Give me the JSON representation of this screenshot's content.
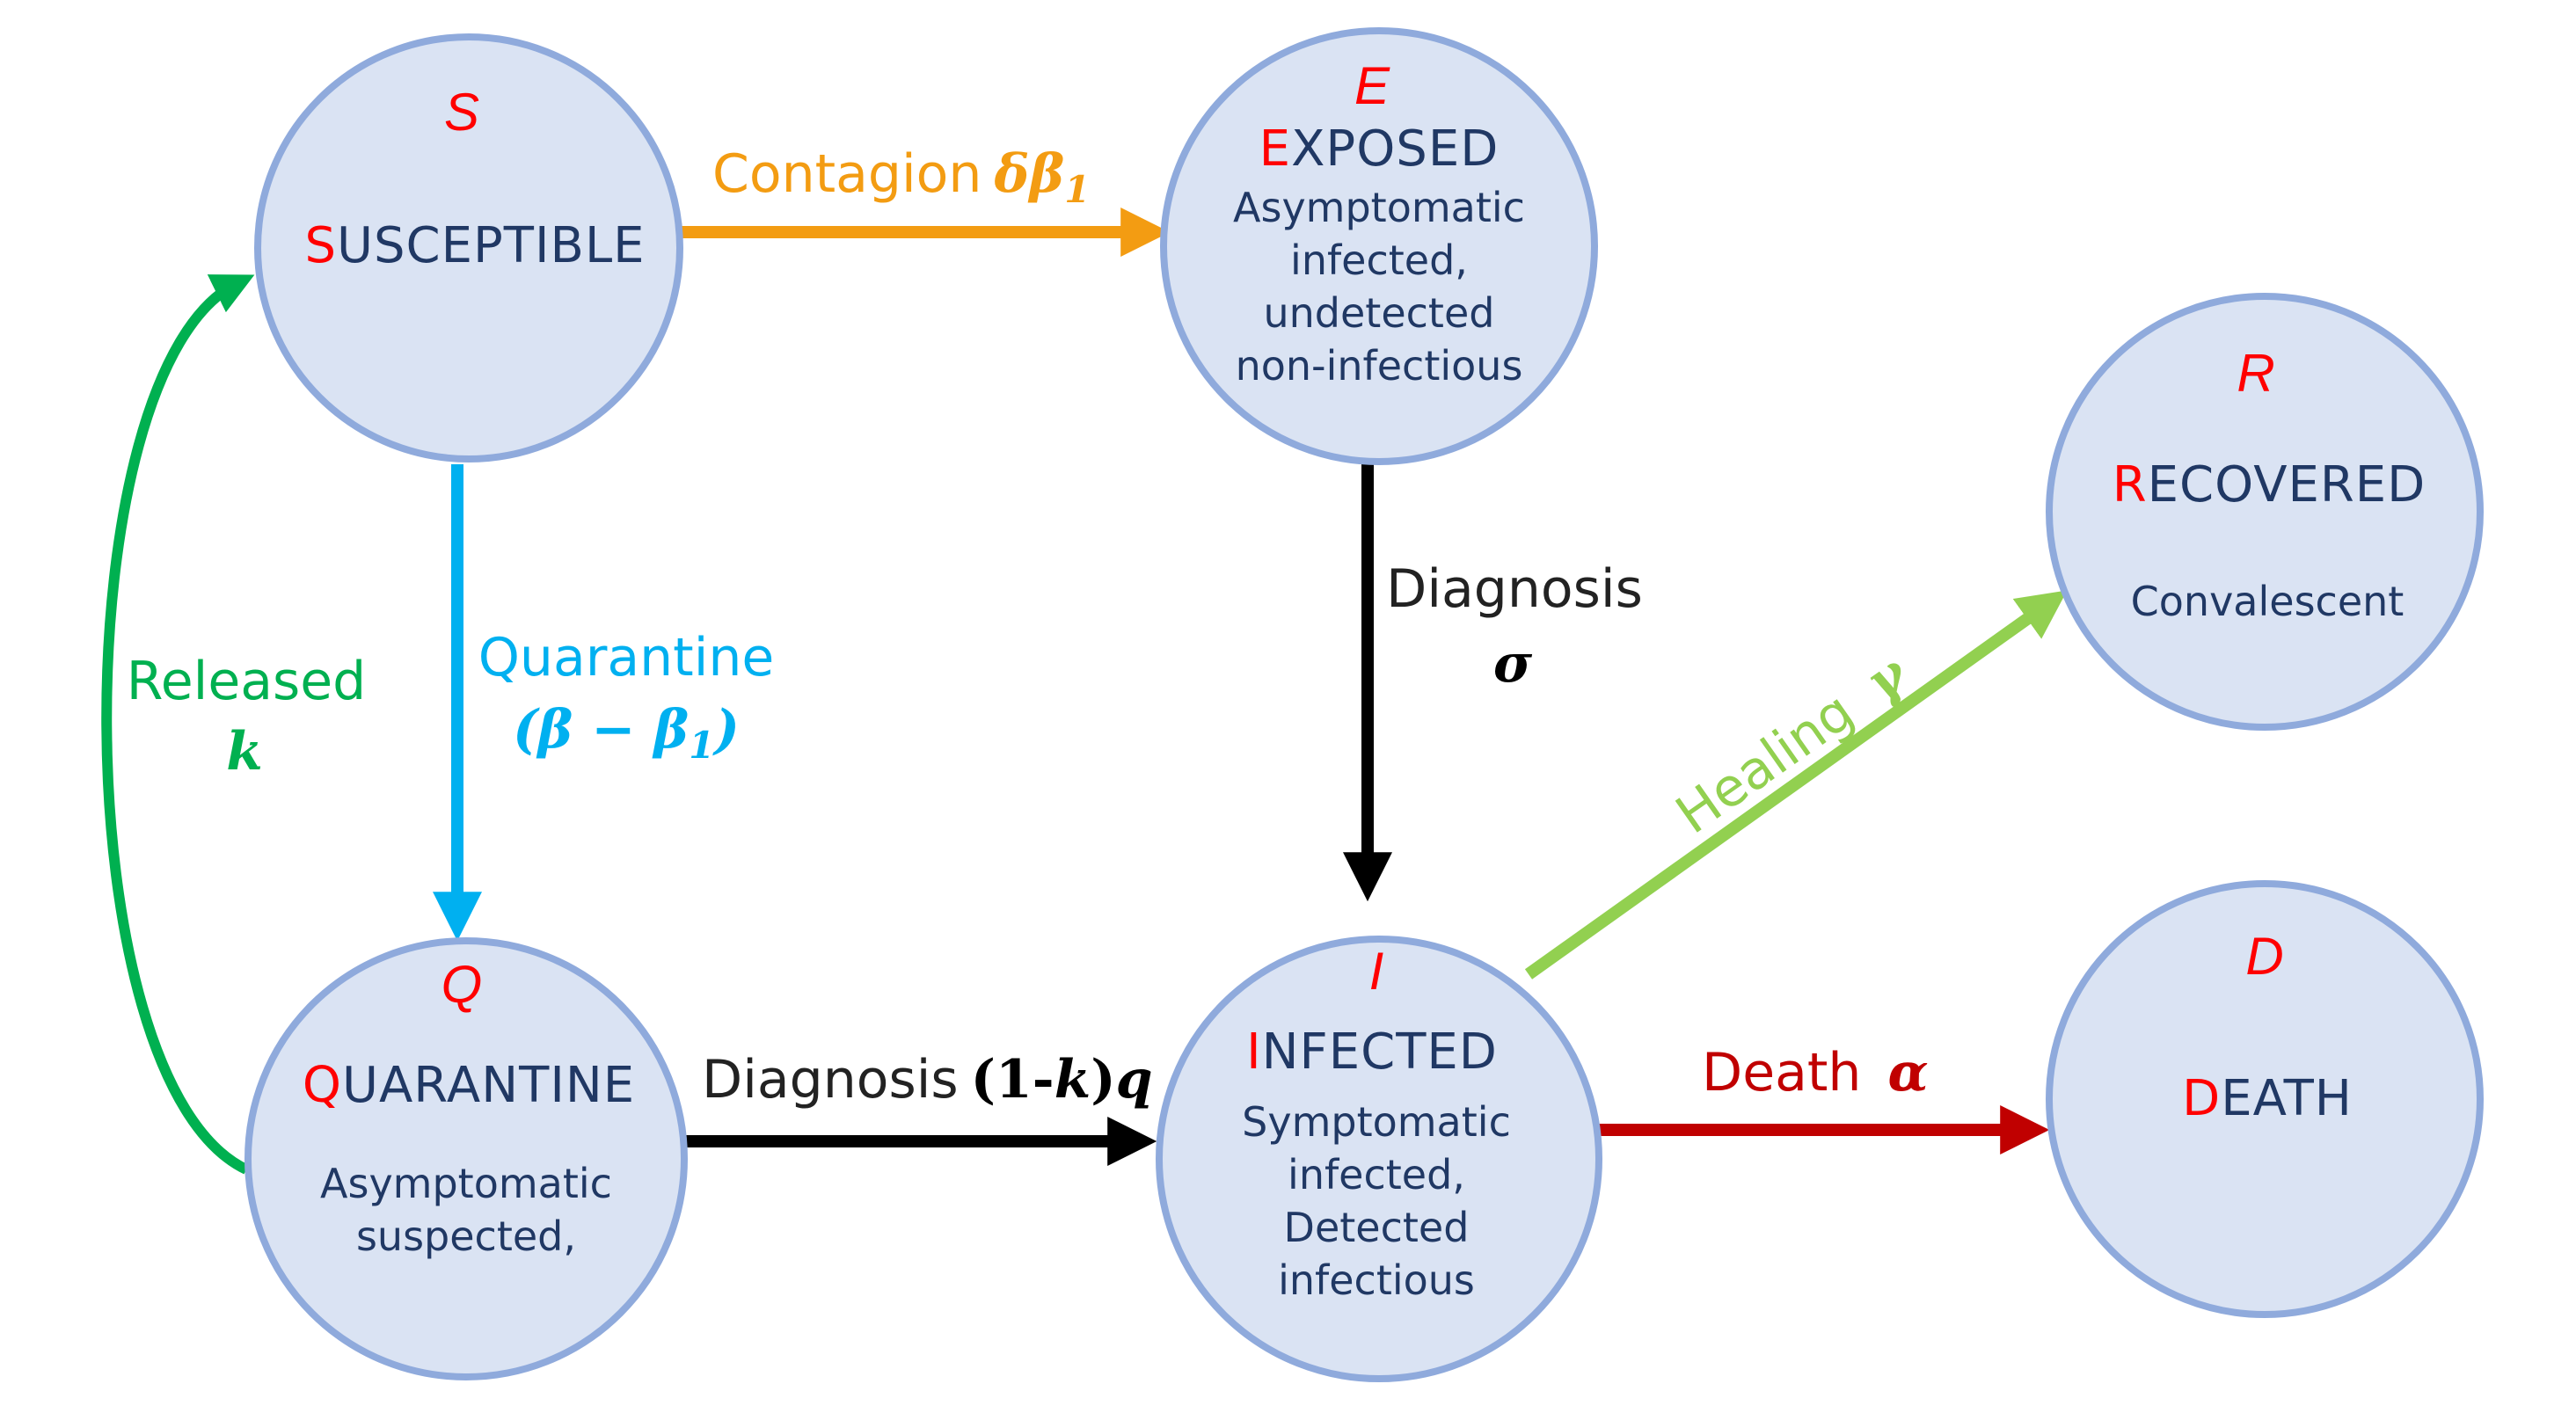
{
  "colors": {
    "node_fill": "#dae3f3",
    "node_stroke": "#8faadc",
    "node_text": "#203864",
    "initial_letter": "#ff0000",
    "contagion": "#f39c12",
    "quarantine": "#00b0f0",
    "released": "#00b050",
    "diagnosis": "#000000",
    "healing": "#92d050",
    "death": "#c00000"
  },
  "nodes": {
    "S": {
      "symbol": "S",
      "initial": "S",
      "rest": "USCEPTIBLE",
      "lines": []
    },
    "E": {
      "symbol": "E",
      "initial": "E",
      "rest": "XPOSED",
      "lines": [
        "Asymptomatic",
        "infected,",
        "undetected",
        "non-infectious"
      ]
    },
    "R": {
      "symbol": "R",
      "initial": "R",
      "rest": "ECOVERED",
      "lines": [
        "Convalescent"
      ]
    },
    "Q": {
      "symbol": "Q",
      "initial": "Q",
      "rest": "UARANTINE",
      "lines": [
        "Asymptomatic",
        "suspected,"
      ]
    },
    "I": {
      "symbol": "I",
      "initial": "I",
      "rest": "NFECTED",
      "lines": [
        "Symptomatic",
        "infected,",
        "Detected",
        "infectious"
      ]
    },
    "D": {
      "symbol": "D",
      "initial": "D",
      "rest": "EATH",
      "lines": []
    }
  },
  "transitions": {
    "contagion": {
      "word": "Contagion",
      "symbol": "δβ",
      "sub": "1"
    },
    "quarantine": {
      "word": "Quarantine",
      "formula_a": "(β − β",
      "sub": "1",
      "formula_b": ")"
    },
    "released": {
      "word": "Released",
      "symbol": "k"
    },
    "diagnosis_sigma": {
      "word": "Diagnosis",
      "symbol": "σ"
    },
    "diagnosis_q": {
      "word": "Diagnosis",
      "f1": "(1-",
      "f2": "k",
      "f3": ")",
      "f4": "q"
    },
    "healing": {
      "word": "Healing",
      "symbol": "γ"
    },
    "death": {
      "word": "Death",
      "symbol": "α"
    }
  }
}
